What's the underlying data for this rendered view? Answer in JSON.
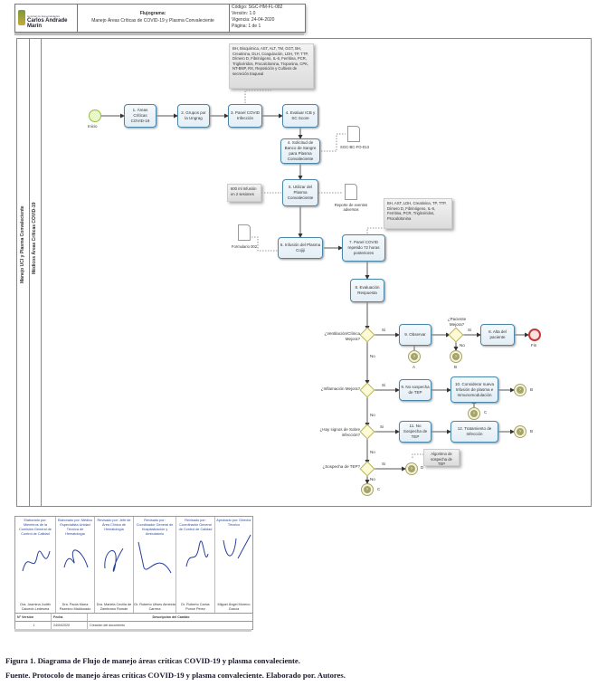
{
  "header": {
    "logo_small": "Hospital de Especialidades",
    "logo_name": "Carlos Andrade Marín",
    "title": "Flujograma:",
    "subtitle": "Manejo Áreas Críticas de COVID-19 y Plasma Convaleciente",
    "code": "Código: SGC-HM-FL-082",
    "version": "Versión: 1.0",
    "validity": "Vigencia: 24-04-2020",
    "page": "Página: 1 de 1"
  },
  "lanes": {
    "pool": "Manejo UCI y Plasma Convaleciente",
    "lane": "Médicos Áreas Críticas COVID-19"
  },
  "events": {
    "start": "Inicio",
    "end": "Fin"
  },
  "tasks": {
    "t1": "1. Áreas Críticas COVID-19",
    "t2": "2. Grupos por la Ungrag",
    "t3": "3. Panel COVID Infección",
    "t4": "4. Evaluar ICB y SC Score",
    "t4b": "4. Solicitud de Banco de Sangre para Plasma Convaleciente",
    "t5": "5. Utilizar del Plasma Convaleciente",
    "t6": "6. Infusión del Plasma Cojiji",
    "t7": "7. Panel COVID repetido 72 horas posteriores",
    "t8": "8. Evaluación Respuesta",
    "t9": "9. Observar",
    "t8b": "8. Alta del paciente",
    "t10": "9. No sospecha de TEP",
    "t11": "10. Considerar nueva Infusión de plasma e Inmunomodulación",
    "t12": "11. No Sospecha de TEP",
    "t13": "12. Tratamiento de Infección"
  },
  "notes": {
    "n1": "BH, Bioquímica, AST, ALT, TM, GGT, BH, Creatinina, DLH, Coagulación, LDH, TP, TTP, Dímero D, Fibrinógeno, IL-6, Ferritina, PCR, Triglicéridos, Procalcitonina, Troponina, CPK, NT-BNP, RX, Reposición y Cultivos de secreción traqueal",
    "n2": "BH, AST, LDH, Creatinina, TP, TTP, Dímero D, Fibrinógeno, IL-6, Ferritina, PCR, Triglicéridos, Procalcitonina",
    "n3": "600 ml Infusión en 2 sesiones",
    "n4": "Algoritmo de sospecha de TEP"
  },
  "documents": {
    "d1": "SGC-BC-FO-013",
    "d2": "Reporte de eventos adversos",
    "d3": "Formulario 002"
  },
  "gateways": {
    "g1": "¿Ventilación/Clínica Mejora?",
    "g2": "¿Paciente Mejora?",
    "g3": "¿Inflamación Mejora?",
    "g4": "¿Hay signos de Sobre infección?",
    "g5": "¿Sospecha de TEP?"
  },
  "flow_labels": {
    "yes": "Si",
    "no": "No"
  },
  "links": {
    "a": "A",
    "b": "B",
    "c": "C",
    "d": "D"
  },
  "signatures": [
    {
      "role": "Elaborado por: Miembros de la Comisión General de Control de Calidad",
      "name": "Dra. Jazmina Judith Caicedo Ledesma"
    },
    {
      "role": "Elaborado por: Médico Especialista Unidad Técnica de Hematología",
      "name": "Dra. Paola María Pazmino Maldonado"
    },
    {
      "role": "Revisado por: Jefe de Área Clínica de Hematología",
      "name": "Dra. Mariela Cecilia de Zambrano Román"
    },
    {
      "role": "Revisado por: Coordinador General de Hospitalización y Ambulatorio",
      "name": "Dr. Roberto Ulises Almeida Carrera"
    },
    {
      "role": "Revisado por: Coordinador General de Control de Calidad",
      "name": "Dr. Roberto Carlos Ponce Pérez"
    },
    {
      "role": "Aprobado por: Director Técnico",
      "name": "Miguel Ángel Moreno García"
    }
  ],
  "version_table": {
    "headers": [
      "N° Versión",
      "Fecha",
      "Descripción del Cambio"
    ],
    "rows": [
      [
        "1",
        "24/04/2020",
        "Creación del documento"
      ]
    ]
  },
  "caption": {
    "figure": "Figura 1. Diagrama de Flujo de manejo áreas críticas COVID-19 y plasma convaleciente.",
    "source": "Fuente. Protocolo de manejo áreas críticas COVID-19 y plasma convaleciente. Elaborado por. Autores."
  }
}
